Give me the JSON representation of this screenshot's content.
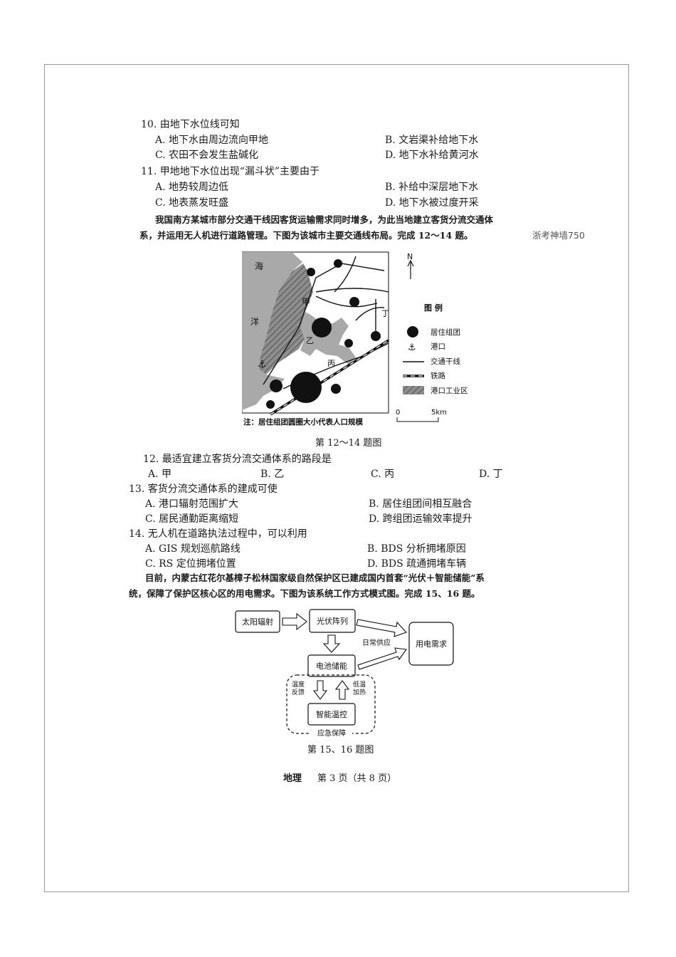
{
  "q10": {
    "stem": "10. 由地下水位线可知",
    "A": "A. 地下水由周边流向甲地",
    "B": "B. 文岩渠补给地下水",
    "C": "C. 农田不会发生盐碱化",
    "D": "D. 地下水补给黄河水"
  },
  "q11": {
    "stem": "11. 甲地地下水位出现“漏斗状”主要由于",
    "A": "A. 地势较周边低",
    "B": "B. 补给中深层地下水",
    "C": "C. 地表蒸发旺盛",
    "D": "D. 地下水被过度开采"
  },
  "intro1": {
    "line1": "我国南方某城市部分交通干线因客货运输需求同时增多，为此当地建立客货分流交通体",
    "line2": "系，并运用无人机进行道路管理。下图为该城市主要交通线布局。完成 12～14 题。",
    "watermark": "浙考神墙750"
  },
  "map": {
    "sea_label_1": "海",
    "sea_label_2": "洋",
    "jia": "甲",
    "yi": "乙",
    "bing": "丙",
    "ding": "丁",
    "north": "N",
    "legend_title": "图 例",
    "legend": {
      "residential": "居住组团",
      "port": "港口",
      "road": "交通干线",
      "railway": "铁路",
      "industrial": "港口工业区"
    },
    "scale_0": "0",
    "scale_5": "5km",
    "note": "注：居住组团圆圈大小代表人口规模",
    "caption": "第 12～14 题图"
  },
  "q12": {
    "stem": "12. 最适宜建立客货分流交通体系的路段是",
    "A": "A. 甲",
    "B": "B. 乙",
    "C": "C. 丙",
    "D": "D. 丁"
  },
  "q13": {
    "stem": "13. 客货分流交通体系的建成可使",
    "A": "A. 港口辐射范围扩大",
    "B": "B. 居住组团间相互融合",
    "C": "C. 居民通勤距离缩短",
    "D": "D. 跨组团运输效率提升"
  },
  "q14": {
    "stem": "14. 无人机在道路执法过程中，可以利用",
    "A": "A. GIS 规划巡航路线",
    "B": "B. BDS 分析拥堵原因",
    "C": "C. RS 定位拥堵位置",
    "D": "D. BDS 疏通拥堵车辆"
  },
  "intro2": {
    "line1": "目前，内蒙古红花尔基樟子松林国家级自然保护区已建成国内首套“光伏＋智能储能”系",
    "line2": "统，保障了保护区核心区的用电需求。下图为该系统工作方式模式图。完成 15、16 题。"
  },
  "flow": {
    "solar": "太阳辐射",
    "pv": "光伏阵列",
    "daily": "日常供应",
    "demand": "用电需求",
    "battery": "电池储能",
    "temp_fb_1": "温度",
    "temp_fb_2": "反馈",
    "low_heat_1": "低温",
    "low_heat_2": "加热",
    "smart": "智能温控",
    "emergency": "应急保障",
    "caption": "第 15、16 题图"
  },
  "footer": {
    "subject": "地理",
    "page": "第 3 页（共 8 页）"
  }
}
